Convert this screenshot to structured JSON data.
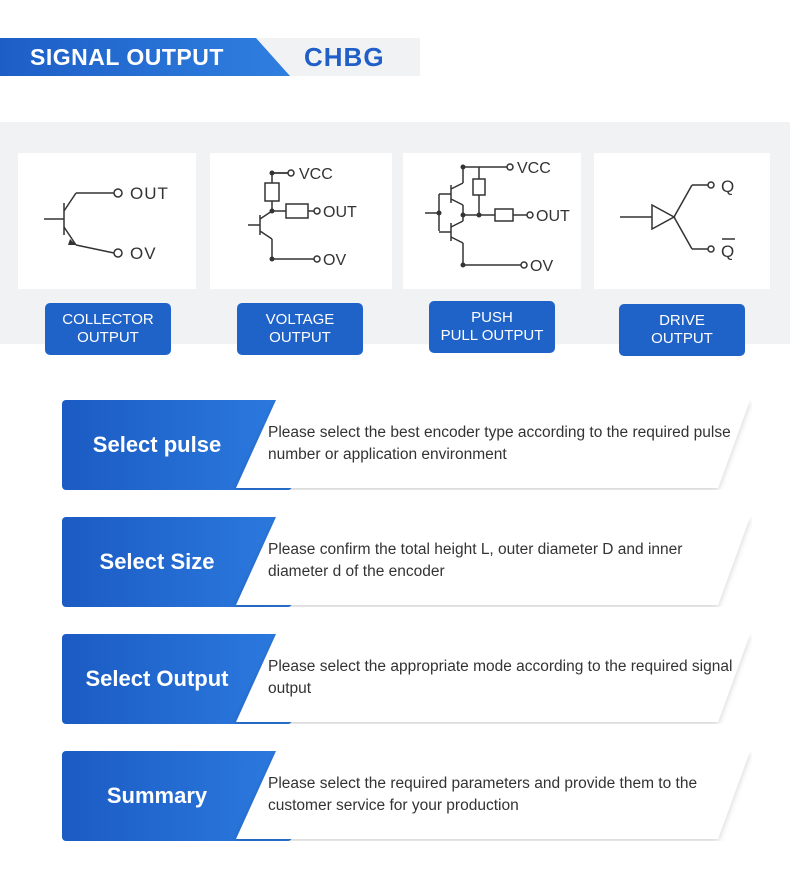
{
  "header": {
    "title": "SIGNAL OUTPUT",
    "brand": "CHBG"
  },
  "circuits": [
    {
      "label_line1": "COLLECTOR",
      "label_line2": "OUTPUT",
      "pins": [
        "OUT",
        "OV"
      ]
    },
    {
      "label_line1": "VOLTAGE",
      "label_line2": "OUTPUT",
      "pins": [
        "VCC",
        "OUT",
        "OV"
      ]
    },
    {
      "label_line1": "PUSH",
      "label_line2": "PULL OUTPUT",
      "pins": [
        "VCC",
        "OUT",
        "OV"
      ]
    },
    {
      "label_line1": "DRIVE",
      "label_line2": "OUTPUT",
      "pins": [
        "Q",
        "Q"
      ]
    }
  ],
  "steps": [
    {
      "title": "Select pulse",
      "text": "Please select the best encoder type according to the required pulse number or application environment"
    },
    {
      "title": "Select Size",
      "text": "Please confirm the total height L, outer diameter D and inner diameter d of the encoder"
    },
    {
      "title": "Select Output",
      "text": "Please select the appropriate mode according to the required signal output"
    },
    {
      "title": "Summary",
      "text": "Please select the required parameters and provide them to the customer service for your production"
    }
  ],
  "colors": {
    "accent": "#1f63c9",
    "band": "#f1f2f4"
  }
}
